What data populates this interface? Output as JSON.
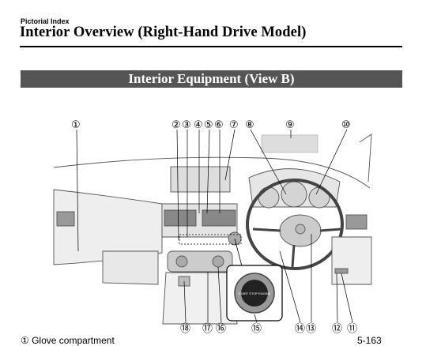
{
  "header": {
    "section": "Pictorial Index",
    "title": "Interior Overview (Right-Hand Drive Model)"
  },
  "banner": "Interior Equipment (View B)",
  "callouts": [
    "①",
    "②",
    "③",
    "④",
    "⑤",
    "⑥",
    "⑦",
    "⑧",
    "⑨",
    "⑩",
    "⑪",
    "⑫",
    "⑬",
    "⑭",
    "⑮",
    "⑯",
    "⑰",
    "⑱"
  ],
  "start_button_text": "START STOP ENGINE",
  "footer": {
    "text": "① Glove compartment",
    "page": "5-163"
  }
}
